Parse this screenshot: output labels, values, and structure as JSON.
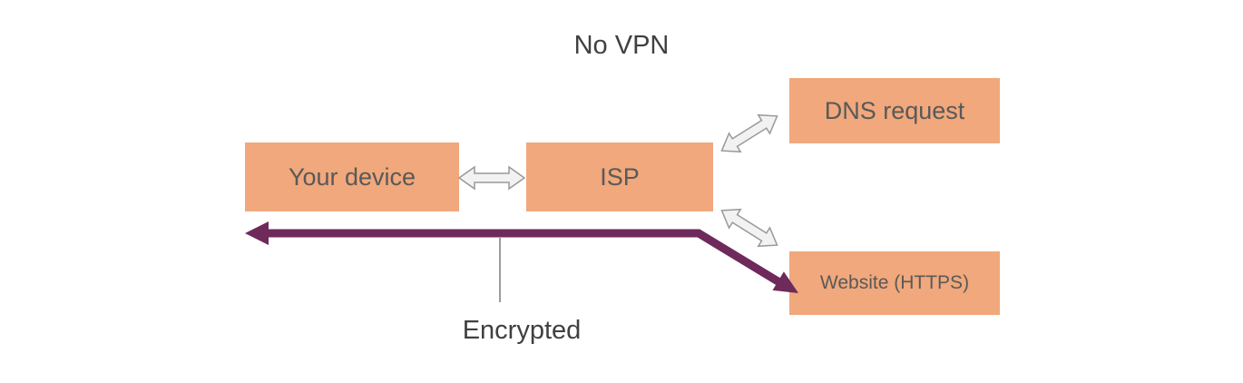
{
  "diagram": {
    "title": "No VPN",
    "nodes": {
      "your_device": {
        "label": "Your device"
      },
      "isp": {
        "label": "ISP"
      },
      "dns_request": {
        "label": "DNS request"
      },
      "website": {
        "label": "Website (HTTPS)"
      }
    },
    "annotation": {
      "encrypted": "Encrypted"
    },
    "colors": {
      "background": "#FFFFFF",
      "box_fill": "#F0A87C",
      "box_text": "#595959",
      "title_text": "#404040",
      "encrypted_arrow": "#6E2A5B",
      "plain_arrow_fill": "#F2F2F2",
      "plain_arrow_stroke": "#999999",
      "connector_line": "#595959"
    }
  }
}
